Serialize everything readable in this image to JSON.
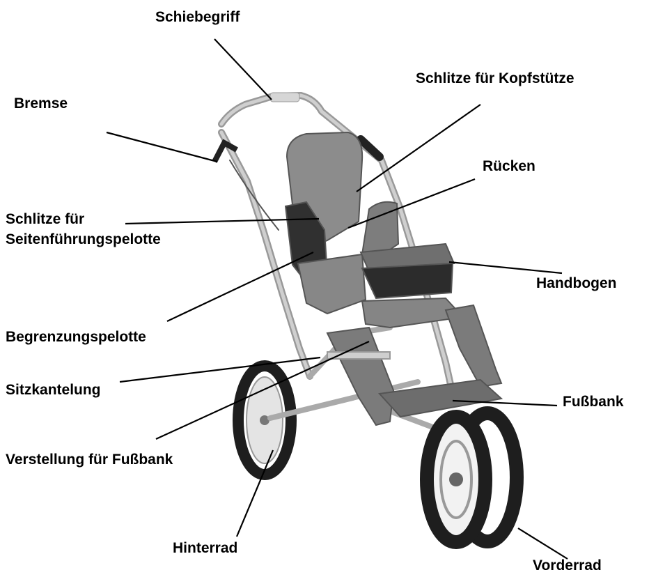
{
  "labels": {
    "schiebegriff": "Schiebegriff",
    "bremse": "Bremse",
    "kopfstuetze": "Schlitze für Kopfstütze",
    "ruecken": "Rücken",
    "seitenfuehrung_1": "Schlitze für",
    "seitenfuehrung_2": "Seitenführungspelotte",
    "handbogen": "Handbogen",
    "begrenzung": "Begrenzungspelotte",
    "sitzkantelung": "Sitzkantelung",
    "fussbank": "Fußbank",
    "verstellung": "Verstellung für Fußbank",
    "hinterrad": "Hinterrad",
    "vorderrad": "Vorderrad"
  },
  "colors": {
    "frame": "#b8b8b8",
    "cushion": "#8a8a8a",
    "tire": "#1e1e1e",
    "leader": "#000000"
  }
}
